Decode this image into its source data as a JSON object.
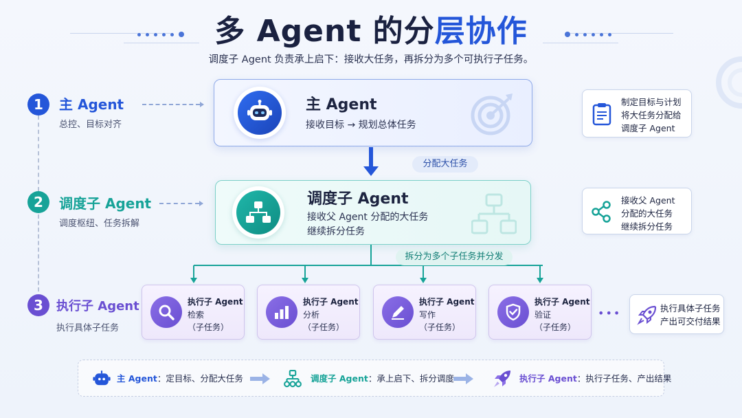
{
  "header": {
    "title_part1": "多 Agent 的分",
    "title_part2": "层协作",
    "subtitle": "调度子 Agent 负责承上启下：接收大任务，再拆分为多个可执行子任务。"
  },
  "levels": [
    {
      "num": "1",
      "title": "主 Agent",
      "desc": "总控、目标对齐",
      "color": "#2456d9"
    },
    {
      "num": "2",
      "title": "调度子 Agent",
      "desc": "调度枢纽、任务拆解",
      "color": "#17a398"
    },
    {
      "num": "3",
      "title": "执行子 Agent",
      "desc": "执行具体子任务",
      "color": "#6a4fd2"
    }
  ],
  "main_card": {
    "title": "主 Agent",
    "line1": "接收目标 → 规划总体任务",
    "icon": "robot-icon"
  },
  "sched_card": {
    "title": "调度子 Agent",
    "line1": "接收父 Agent 分配的大任务",
    "line2": "继续拆分任务",
    "icon": "hierarchy-icon"
  },
  "pills": {
    "assign": "分配大任务",
    "split": "拆分为多个子任务并分发"
  },
  "notes": {
    "main": [
      "制定目标与计划",
      "将大任务分配给",
      "调度子 Agent"
    ],
    "sched": [
      "接收父 Agent",
      "分配的大任务",
      "继续拆分任务"
    ],
    "exec": [
      "执行具体子任务",
      "产出可交付结果"
    ]
  },
  "executors": [
    {
      "title": "执行子 Agent",
      "task": "检索",
      "sub": "（子任务）",
      "icon": "search-icon"
    },
    {
      "title": "执行子 Agent",
      "task": "分析",
      "sub": "（子任务）",
      "icon": "bar-chart-icon"
    },
    {
      "title": "执行子 Agent",
      "task": "写作",
      "sub": "（子任务）",
      "icon": "pen-icon"
    },
    {
      "title": "执行子 Agent",
      "task": "验证",
      "sub": "（子任务）",
      "icon": "shield-check-icon"
    }
  ],
  "ellipsis": "•••",
  "bottom_bar": [
    {
      "name": "主 Agent",
      "desc": "：定目标、分配大任务",
      "color": "#2456d9"
    },
    {
      "name": "调度子 Agent",
      "desc": "：承上启下、拆分调度",
      "color": "#17a398"
    },
    {
      "name": "执行子 Agent",
      "desc": "：执行子任务、产出结果",
      "color": "#6a4fd2"
    }
  ]
}
